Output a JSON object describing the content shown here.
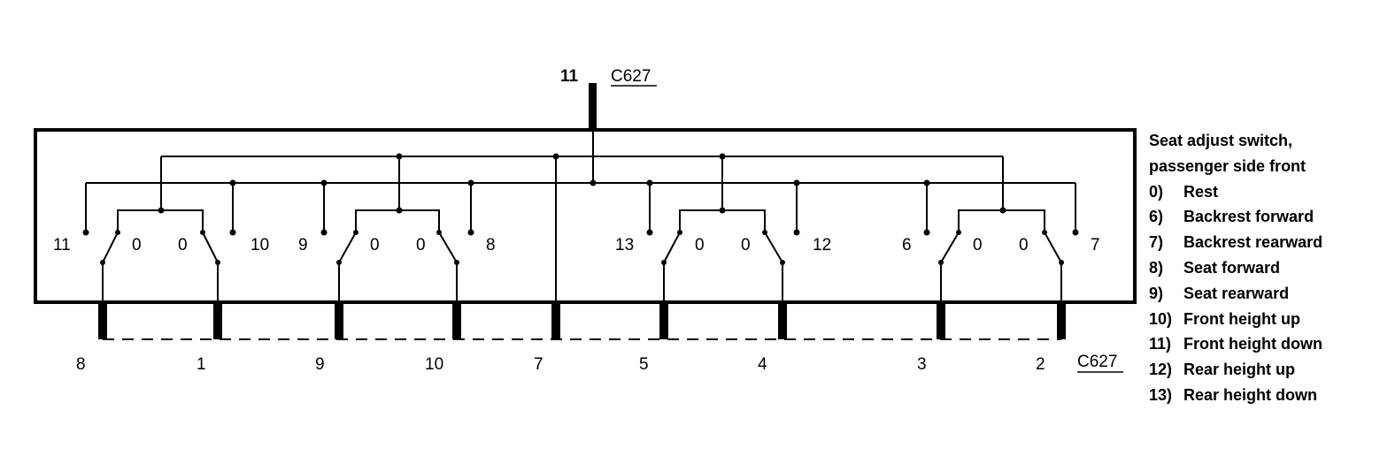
{
  "top_connector": {
    "pin": "11",
    "name": "C627"
  },
  "bottom_connector": {
    "name": "C627"
  },
  "switch_groups": [
    {
      "left_label": "11",
      "left_pos": "0",
      "right_pos": "0",
      "right_label": "10"
    },
    {
      "left_label": "9",
      "left_pos": "0",
      "right_pos": "0",
      "right_label": "8"
    },
    {
      "left_label": "13",
      "left_pos": "0",
      "right_pos": "0",
      "right_label": "12"
    },
    {
      "left_label": "6",
      "left_pos": "0",
      "right_pos": "0",
      "right_label": "7"
    }
  ],
  "bottom_pins": [
    "8",
    "1",
    "9",
    "10",
    "7",
    "5",
    "4",
    "3",
    "2"
  ],
  "legend": {
    "title_line1": "Seat adjust switch,",
    "title_line2": "passenger side front",
    "items": [
      {
        "code": "0)",
        "text": "Rest"
      },
      {
        "code": "6)",
        "text": "Backrest forward"
      },
      {
        "code": "7)",
        "text": "Backrest rearward"
      },
      {
        "code": "8)",
        "text": "Seat forward"
      },
      {
        "code": "9)",
        "text": "Seat rearward"
      },
      {
        "code": "10)",
        "text": "Front height up"
      },
      {
        "code": "11)",
        "text": "Front height down"
      },
      {
        "code": "12)",
        "text": "Rear height up"
      },
      {
        "code": "13)",
        "text": "Rear height down"
      }
    ]
  }
}
